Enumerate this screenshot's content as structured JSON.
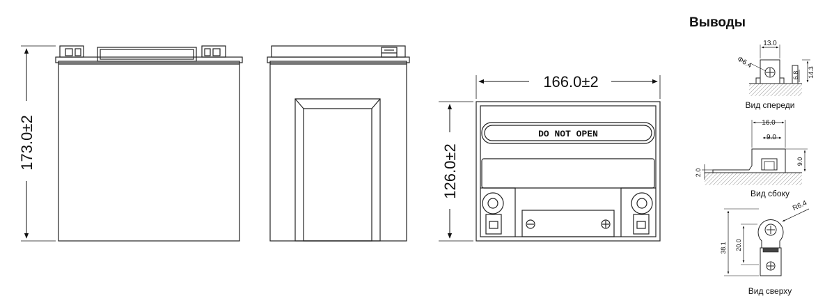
{
  "heading": "Выводы",
  "main_dimensions": {
    "height_total": "173.0±2",
    "width": "166.0±2",
    "height_top": "126.0±2"
  },
  "warning_label": "DO NOT OPEN",
  "terminal_views": {
    "front": {
      "caption": "Вид спереди",
      "dim_width": "13.0",
      "dim_hole": "Φ6.4",
      "dim_h1": "6.8",
      "dim_h2": "14.3"
    },
    "side": {
      "caption": "Вид сбоку",
      "dim_outer": "16.0",
      "dim_inner": "9.0",
      "dim_height": "9.0",
      "dim_thickness": "2.0"
    },
    "top": {
      "caption": "Вид сверху",
      "dim_radius": "R6.4",
      "dim_mid": "20.0",
      "dim_total": "38.1"
    }
  }
}
